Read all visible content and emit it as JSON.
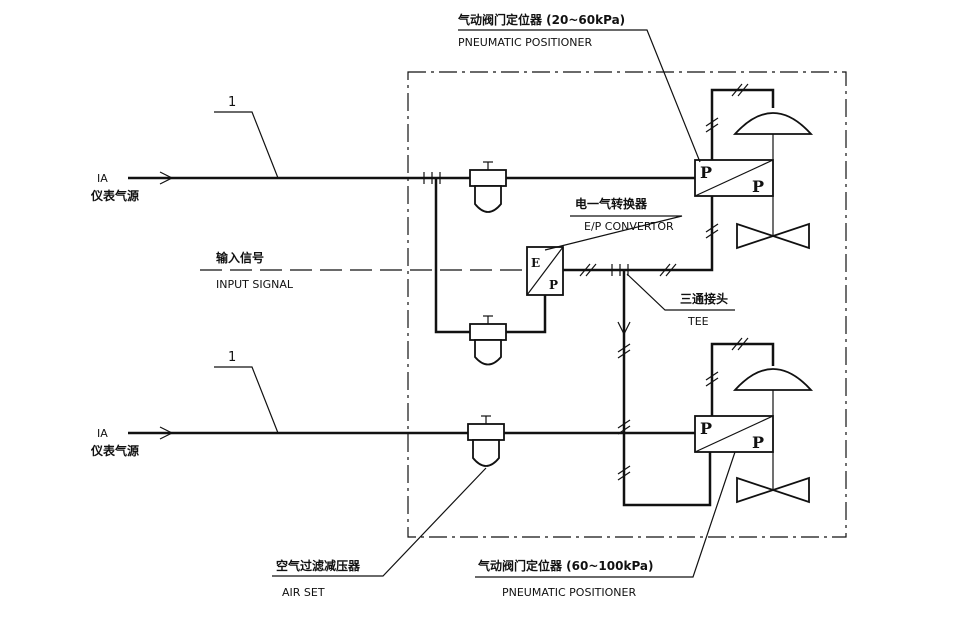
{
  "labels": {
    "positioner_top_cn": "气动阀门定位器 (20~60kPa)",
    "positioner_top_en": "PNEUMATIC POSITIONER",
    "ep_cn": "电一气转换器",
    "ep_en": "E/P CONVERTOR",
    "input_cn": "输入信号",
    "input_en": "INPUT SIGNAL",
    "tee_cn": "三通接头",
    "tee_en": "TEE",
    "ia_top": "IA",
    "ia_top_cn": "仪表气源",
    "ia_bottom": "IA",
    "ia_bottom_cn": "仪表气源",
    "line_no_top": "1",
    "line_no_bottom": "1",
    "airset_cn": "空气过滤减压器",
    "airset_en": "AIR SET",
    "positioner_bottom_cn": "气动阀门定位器 (60~100kPa)",
    "positioner_bottom_en": "PNEUMATIC POSITIONER",
    "p_top_left": "P",
    "p_top_right": "P",
    "p_bottom_left": "P",
    "p_bottom_right": "P",
    "ep_e": "E",
    "ep_p": "P"
  }
}
